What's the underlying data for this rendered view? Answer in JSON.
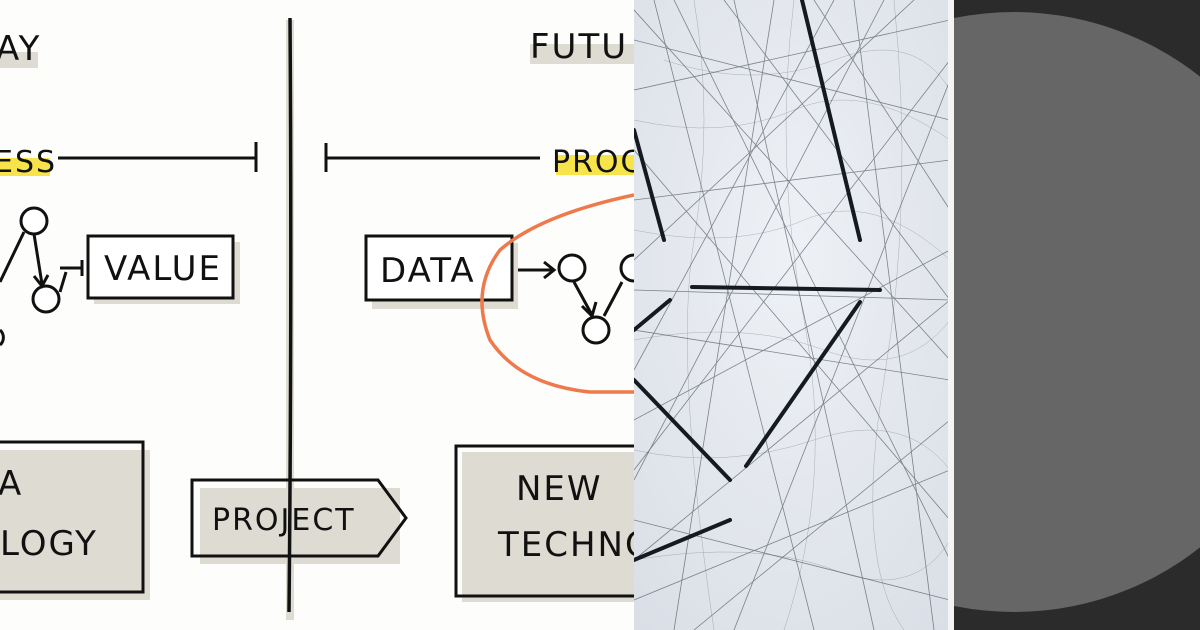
{
  "sketch": {
    "left_heading": "AY",
    "right_heading": "FUTU",
    "left_process": "ESS",
    "right_process": "PROC",
    "value_box": "VALUE",
    "data_box": "DATA",
    "project_arrow": "PROJECT",
    "left_box_line1": "A",
    "left_box_line2": "LOGY",
    "right_box_line1": "NEW",
    "right_box_line2": "TECHNO",
    "colors": {
      "highlight": "#f7e34a",
      "shadow": "#dedbd2",
      "circle": "#ee7a4b",
      "ink": "#111111",
      "pink": "#f3c0b3"
    }
  },
  "photo": {
    "subject": "string-network",
    "background": "#e4e8ee"
  },
  "dark_panel": {
    "background": "#2b2b2b",
    "circle_color": "#666666"
  }
}
